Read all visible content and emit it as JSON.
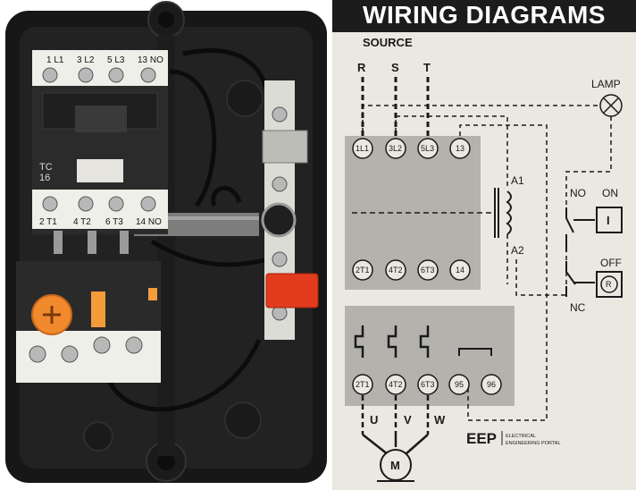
{
  "photo": {
    "contactor_top_labels": [
      "1 L1",
      "3 L2",
      "5 L3",
      "13 NO"
    ],
    "contactor_model": "TC",
    "contactor_model_num": "16",
    "contactor_bottom_labels": [
      "2 T1",
      "4 T2",
      "6 T3",
      "14 NO"
    ]
  },
  "diagram": {
    "title": "WIRING DIAGRAMS",
    "source_label": "SOURCE",
    "phases": [
      "R",
      "S",
      "T"
    ],
    "lamp_label": "LAMP",
    "top_terminals": [
      "1L1",
      "3L2",
      "5L3",
      "13"
    ],
    "coil_top": "A1",
    "coil_bottom": "A2",
    "no_label": "NO",
    "on_label": "ON",
    "on_symbol": "I",
    "off_label": "OFF",
    "off_symbol": "R",
    "nc_label": "NC",
    "mid_terminals": [
      "2T1",
      "4T2",
      "6T3",
      "14"
    ],
    "overload_terminals": [
      "2T1",
      "4T2",
      "6T3",
      "95",
      "96"
    ],
    "motor_leads": [
      "U",
      "V",
      "W"
    ],
    "motor_label": "M",
    "watermark_logo": "EEP",
    "watermark_line1": "ELECTRICAL",
    "watermark_line2": "ENGINEERING PORTAL"
  }
}
